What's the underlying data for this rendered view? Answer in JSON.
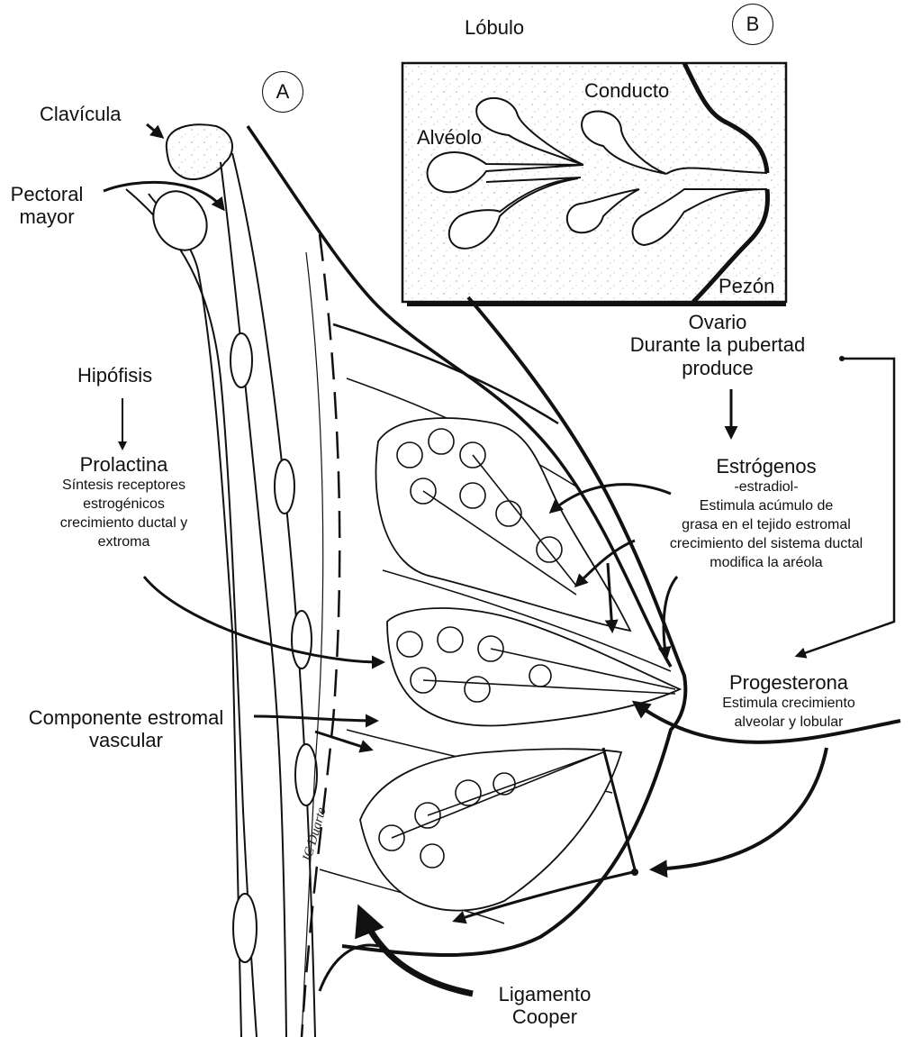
{
  "diagram": {
    "panel_a": {
      "marker": "A"
    },
    "panel_b": {
      "marker": "B",
      "title": "Lóbulo",
      "labels": {
        "conducto": "Conducto",
        "alveolo": "Alvéolo",
        "pezon": "Pezón"
      }
    },
    "anatomy_labels": {
      "clavicula": "Clavícula",
      "pectoral": [
        "Pectoral",
        "mayor"
      ],
      "componente": [
        "Componente estromal",
        "vascular"
      ],
      "ligamento": [
        "Ligamento",
        "Cooper"
      ]
    },
    "hipofisis": {
      "source": "Hipófisis",
      "hormone": "Prolactina",
      "effects": [
        "Síntesis receptores",
        "estrogénicos",
        "crecimiento ductal y",
        "extroma"
      ]
    },
    "ovario": {
      "source": [
        "Ovario",
        "Durante la pubertad",
        "produce"
      ],
      "estrogenos": {
        "hormone": "Estrógenos",
        "subtitle": "-estradiol-",
        "effects": [
          "Estimula acúmulo de",
          "grasa en el tejido estromal",
          "crecimiento del sistema ductal",
          "modifica la aréola"
        ]
      },
      "progesterona": {
        "hormone": "Progesterona",
        "effects": [
          "Estimula crecimiento",
          "alveolar y lobular"
        ]
      }
    },
    "signature": "JC Duarte",
    "colors": {
      "ink": "#111111",
      "background": "#ffffff",
      "shading": "#d9d9d9"
    }
  }
}
